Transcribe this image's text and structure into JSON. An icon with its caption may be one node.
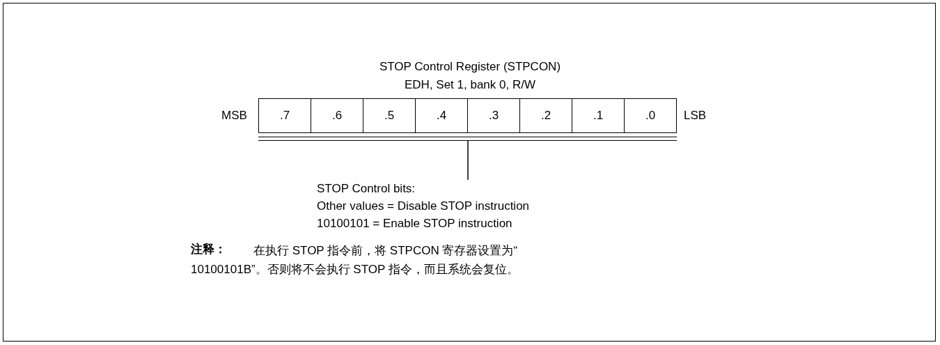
{
  "diagram": {
    "title": "STOP Control Register (STPCON)",
    "nodes": [
      {
        "text": [
          ".7"
        ]
      },
      {
        "text": [
          ".6"
        ]
      },
      {
        "text": [
          ".5"
        ]
      },
      {
        "text": [
          ".4"
        ]
      },
      {
        "text": [
          ".3"
        ]
      },
      {
        "text": [
          ".2"
        ]
      },
      {
        "text": [
          ".1"
        ]
      },
      {
        "text": [
          ".0"
        ]
      },
      {
        "text": [],
        "shape": "bar"
      },
      {
        "text": [
          "STOP Control bits:",
          "Other values = Disable STOP instruction",
          "10100101 = Enable STOP instruction"
        ]
      }
    ],
    "edges": [
      {
        "from": 9,
        "to": 8,
        "arrow": "none"
      }
    ],
    "labels": [
      "EDH, Set 1, bank 0, R/W",
      "MSB",
      "LSB",
      "注释：",
      "在执行 STOP 指令前，将 STPCON 寄存器设置为“ 10100101B”。否则将不会执行 STOP 指令，而且系统会复位。"
    ]
  }
}
